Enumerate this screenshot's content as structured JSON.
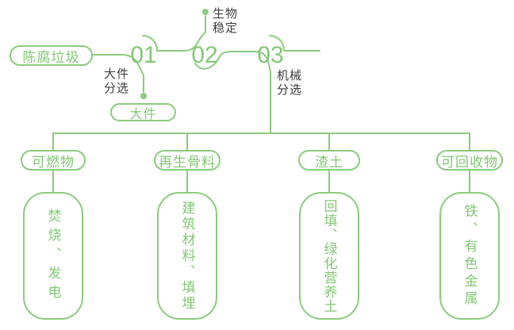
{
  "colors": {
    "accent_green": "#84c876",
    "label_dark": "#3c3c3c",
    "background": "#ffffff"
  },
  "source": {
    "label": "陈腐垃圾"
  },
  "steps": [
    {
      "number": "01",
      "process": "大件\n分选",
      "output": "大件"
    },
    {
      "number": "02",
      "process": "生物\n稳定"
    },
    {
      "number": "03",
      "process": "机械\n分选"
    }
  ],
  "branches": [
    {
      "category": "可燃物",
      "use": "焚烧、发电"
    },
    {
      "category": "再生骨料",
      "use": "建筑材料、填埋"
    },
    {
      "category": "渣土",
      "use": "回填、绿化营养土"
    },
    {
      "category": "可回收物",
      "use": "铁、有色金属"
    }
  ]
}
